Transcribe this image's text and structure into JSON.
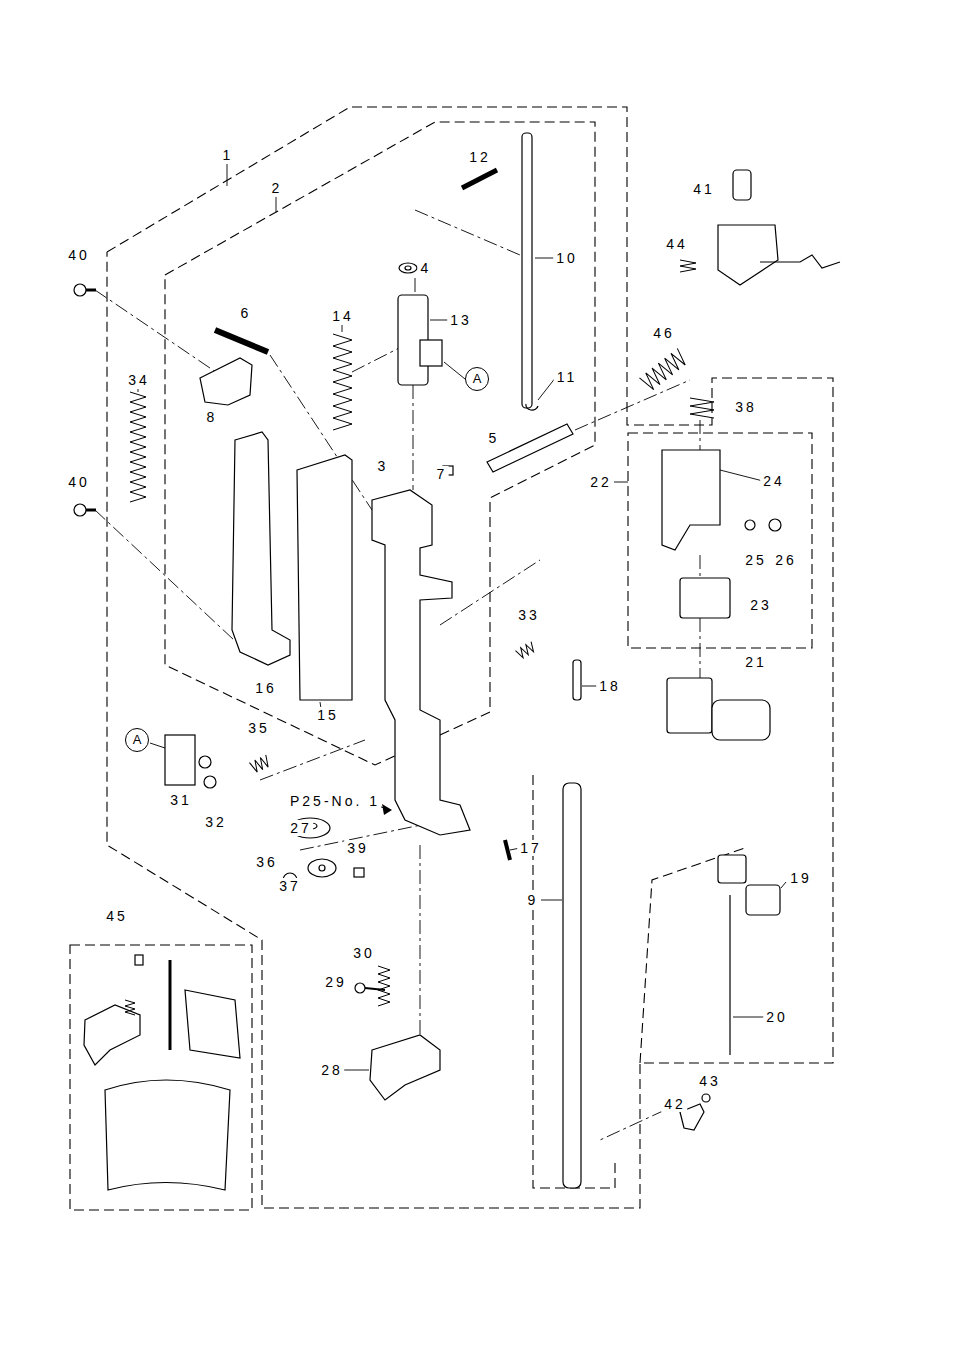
{
  "diagram": {
    "nodes": [
      {
        "text": [
          "A"
        ]
      },
      {
        "text": [
          "A"
        ]
      }
    ],
    "labels": [
      "1",
      "12",
      "41",
      "2",
      "40",
      "10",
      "44",
      "4",
      "6",
      "14",
      "13",
      "46",
      "34",
      "11",
      "38",
      "8",
      "5",
      "3",
      "7",
      "22",
      "24",
      "40",
      "25",
      "26",
      "23",
      "33",
      "21",
      "18",
      "16",
      "15",
      "35",
      "31",
      "P25-No. 1",
      "32",
      "27",
      "39",
      "17",
      "36",
      "37",
      "9",
      "19",
      "45",
      "30",
      "29",
      "20",
      "28",
      "43",
      "42"
    ]
  }
}
